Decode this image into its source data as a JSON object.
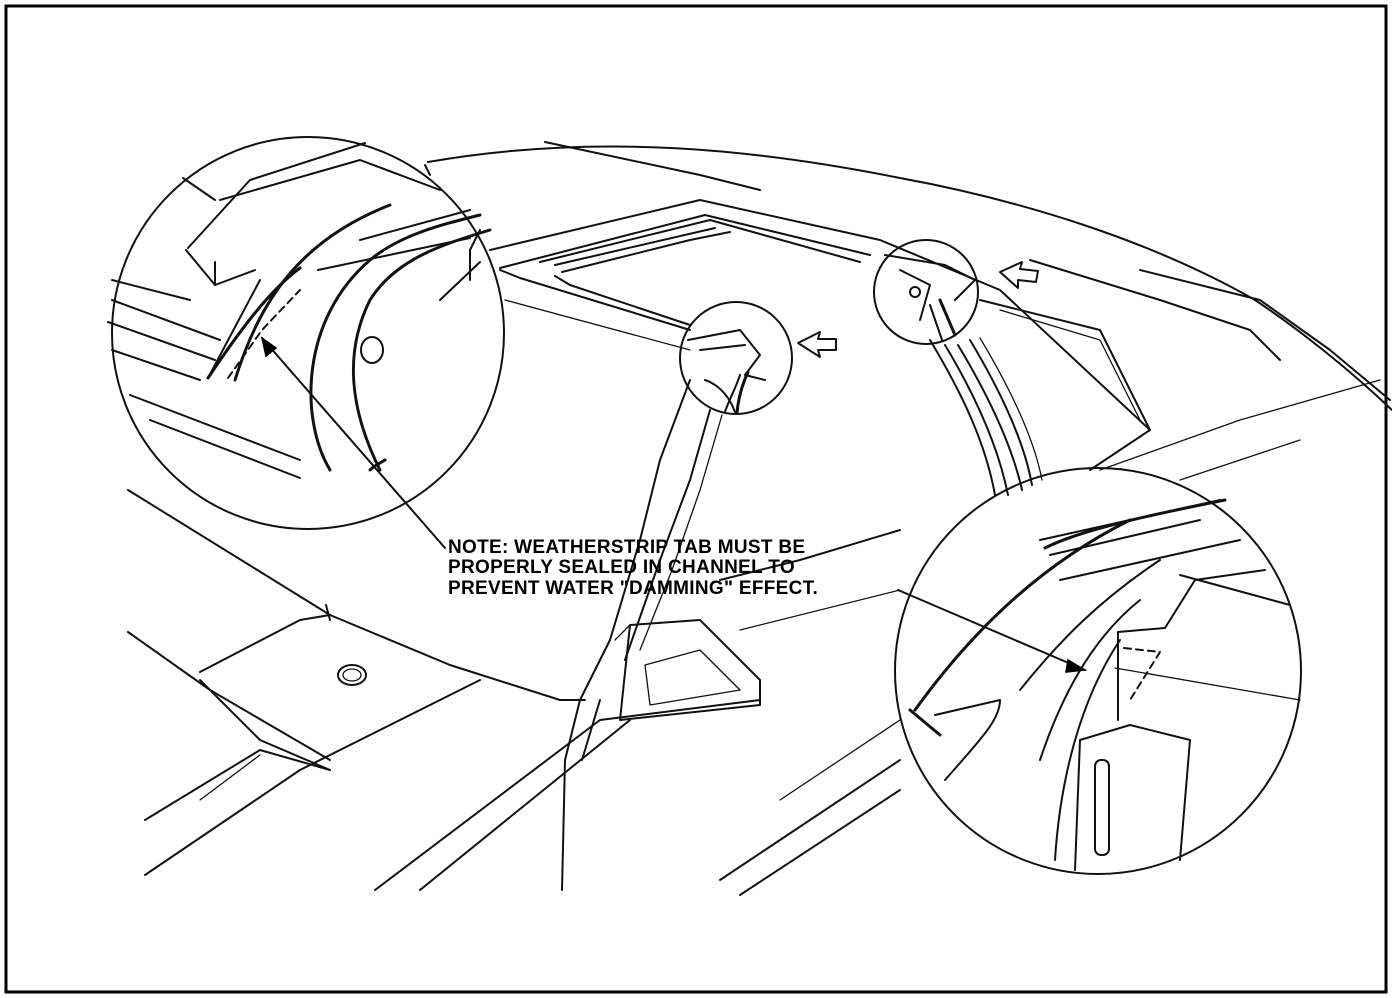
{
  "note": {
    "line1": "NOTE: WEATHERSTRIP TAB MUST BE",
    "line2": "PROPERLY SEALED IN CHANNEL TO",
    "line3": "PREVENT WATER \"DAMMING\" EFFECT."
  },
  "colors": {
    "line": "#111111",
    "background": "#ffffff",
    "border": "#000000"
  }
}
